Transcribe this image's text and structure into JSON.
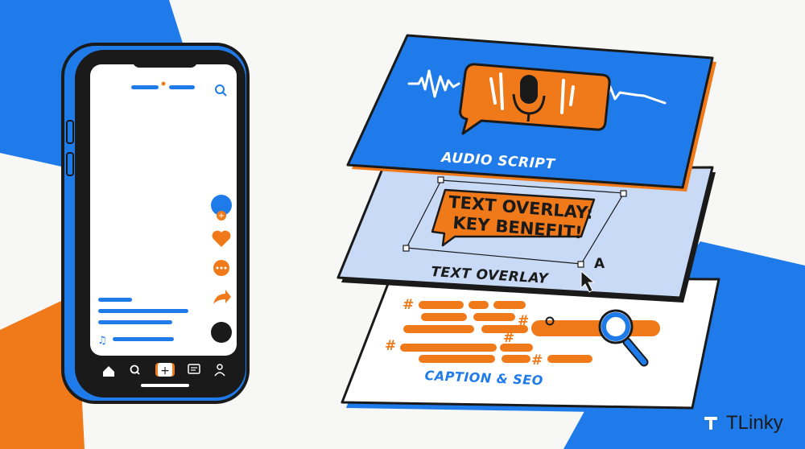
{
  "layers": {
    "audio": {
      "label": "AUDIO SCRIPT"
    },
    "overlay": {
      "label": "TEXT OVERLAY",
      "bubble_line1": "TEXT OVERLAY:",
      "bubble_line2": "KEY BENEFIT!",
      "cursor_letter": "A"
    },
    "caption": {
      "label": "CAPTION & SEO"
    }
  },
  "brand": {
    "name": "TLinky"
  },
  "colors": {
    "blue": "#1f7bea",
    "orange": "#f07a1a",
    "light_blue": "#c9daf7",
    "dark": "#1a1a1a"
  },
  "phone": {
    "nav_icons": [
      "home-icon",
      "search-icon",
      "add-icon",
      "message-icon",
      "profile-icon"
    ],
    "side_icons": [
      "avatar-follow-icon",
      "heart-icon",
      "comment-icon",
      "share-icon",
      "music-disc-icon"
    ]
  }
}
